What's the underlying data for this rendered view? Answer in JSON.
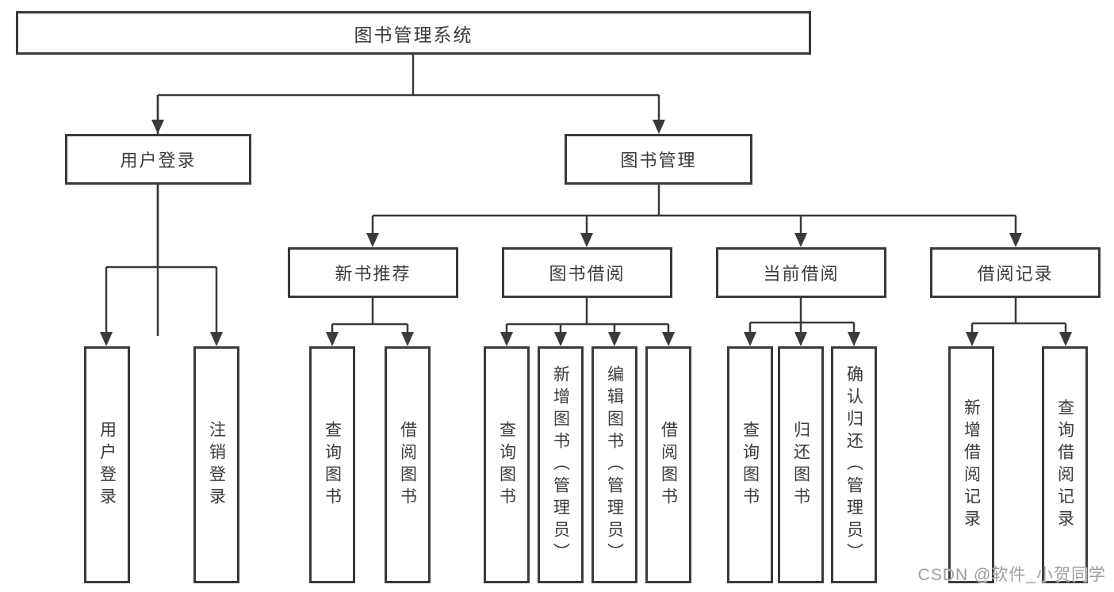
{
  "diagram_type": "hierarchy-tree",
  "colors": {
    "line": "#3a3a3a",
    "border": "#3a3a3a",
    "text": "#3b3b3b",
    "background": "#ffffff",
    "watermark": "#9e9e9e"
  },
  "tree": {
    "root": {
      "label": "图书管理系统",
      "children": [
        {
          "label": "用户登录",
          "children": [
            {
              "label": "用户登录"
            },
            {
              "label": "注销登录"
            }
          ]
        },
        {
          "label": "图书管理",
          "children": [
            {
              "label": "新书推荐",
              "children": [
                {
                  "label": "查询图书"
                },
                {
                  "label": "借阅图书"
                }
              ]
            },
            {
              "label": "图书借阅",
              "children": [
                {
                  "label": "查询图书"
                },
                {
                  "label": "新增图书（管理员）"
                },
                {
                  "label": "编辑图书（管理员）"
                },
                {
                  "label": "借阅图书"
                }
              ]
            },
            {
              "label": "当前借阅",
              "children": [
                {
                  "label": "查询图书"
                },
                {
                  "label": "归还图书"
                },
                {
                  "label": "确认归还（管理员）"
                }
              ]
            },
            {
              "label": "借阅记录",
              "children": [
                {
                  "label": "新增借阅记录"
                },
                {
                  "label": "查询借阅记录"
                }
              ]
            }
          ]
        }
      ]
    }
  },
  "watermark": {
    "text": "CSDN @软件_小贺同学"
  }
}
